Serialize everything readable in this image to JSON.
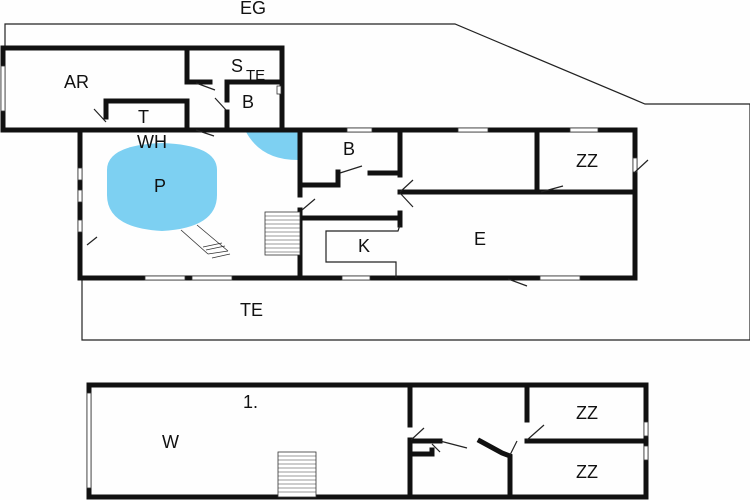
{
  "ground_floor": {
    "title": "EG",
    "rooms": {
      "ar": "AR",
      "s": "S",
      "te_small": "TE",
      "b1": "B",
      "t": "T",
      "wh": "WH",
      "p": "P",
      "b2": "B",
      "zz": "ZZ",
      "k": "K",
      "e": "E",
      "te": "TE"
    }
  },
  "upper_floor": {
    "title": "1.",
    "rooms": {
      "w": "W",
      "zz1": "ZZ",
      "zz2": "ZZ"
    }
  },
  "colors": {
    "pool": "#7dd0f2",
    "wall": "#111111"
  }
}
